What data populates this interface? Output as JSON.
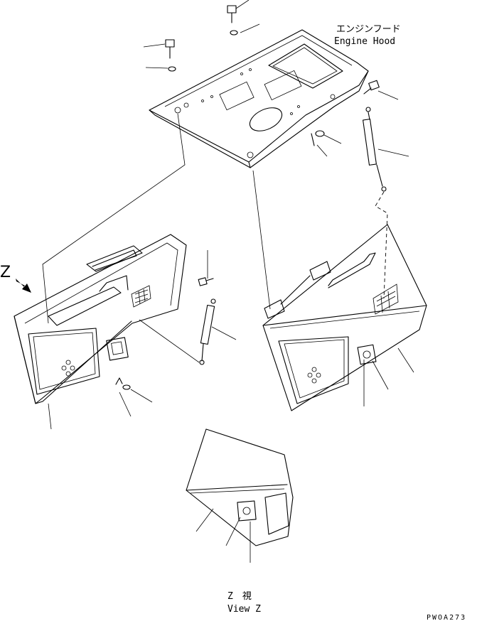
{
  "labels": {
    "hood_jp": "エンジンフード",
    "hood_en": "Engine Hood",
    "z_marker": "Z",
    "view_jp": "Z　視",
    "view_en": "View Z",
    "code": "PWOA273"
  }
}
